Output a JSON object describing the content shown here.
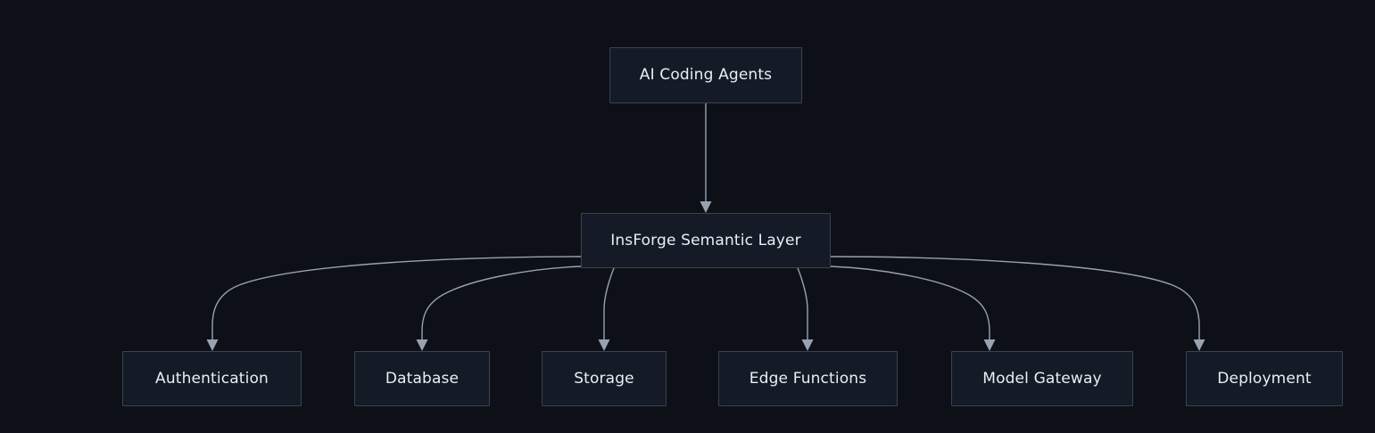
{
  "diagram": {
    "type": "flowchart",
    "direction": "top-down",
    "background_color": "#0d1117",
    "node_fill_color": "#141b26",
    "node_border_color": "#3a4250",
    "node_text_color": "#e9eef4",
    "edge_color": "#98a2b0",
    "root": {
      "id": "ai-coding-agents",
      "label": "AI Coding Agents"
    },
    "hub": {
      "id": "insforge-semantic-layer",
      "label": "InsForge Semantic Layer"
    },
    "leaves": [
      {
        "id": "authentication",
        "label": "Authentication"
      },
      {
        "id": "database",
        "label": "Database"
      },
      {
        "id": "storage",
        "label": "Storage"
      },
      {
        "id": "edge-functions",
        "label": "Edge Functions"
      },
      {
        "id": "model-gateway",
        "label": "Model Gateway"
      },
      {
        "id": "deployment",
        "label": "Deployment"
      }
    ],
    "edges": [
      {
        "from": "ai-coding-agents",
        "to": "insforge-semantic-layer",
        "style": "straight-arrow"
      },
      {
        "from": "insforge-semantic-layer",
        "to": "authentication",
        "style": "curved-arrow"
      },
      {
        "from": "insforge-semantic-layer",
        "to": "database",
        "style": "curved-arrow"
      },
      {
        "from": "insforge-semantic-layer",
        "to": "storage",
        "style": "curved-arrow"
      },
      {
        "from": "insforge-semantic-layer",
        "to": "edge-functions",
        "style": "curved-arrow"
      },
      {
        "from": "insforge-semantic-layer",
        "to": "model-gateway",
        "style": "curved-arrow"
      },
      {
        "from": "insforge-semantic-layer",
        "to": "deployment",
        "style": "curved-arrow"
      }
    ]
  }
}
